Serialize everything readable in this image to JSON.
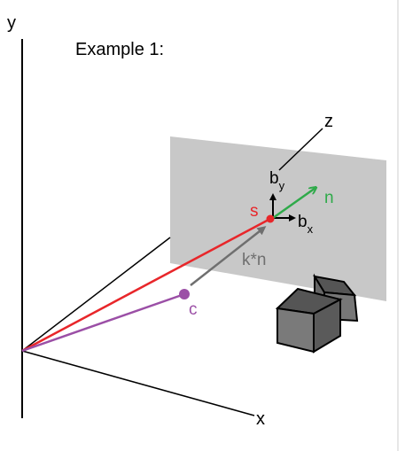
{
  "title": "Example 1:",
  "axes": {
    "x": "x",
    "y": "y",
    "z": "z"
  },
  "points": {
    "s": {
      "label": "s",
      "color": "#e8262a"
    },
    "c": {
      "label": "c",
      "color": "#9b4fa6"
    }
  },
  "vectors": {
    "normal": {
      "label": "n",
      "color": "#2faa4a"
    },
    "bx": {
      "base": "b",
      "sub": "x"
    },
    "by": {
      "base": "b",
      "sub": "y"
    },
    "kn": {
      "label": "k*n",
      "color": "#6f6f6f"
    }
  },
  "colors": {
    "plane": "#c8c8c8",
    "camera": "#6b6b6b",
    "axis": "#000000",
    "border": "#cfcfcf"
  }
}
